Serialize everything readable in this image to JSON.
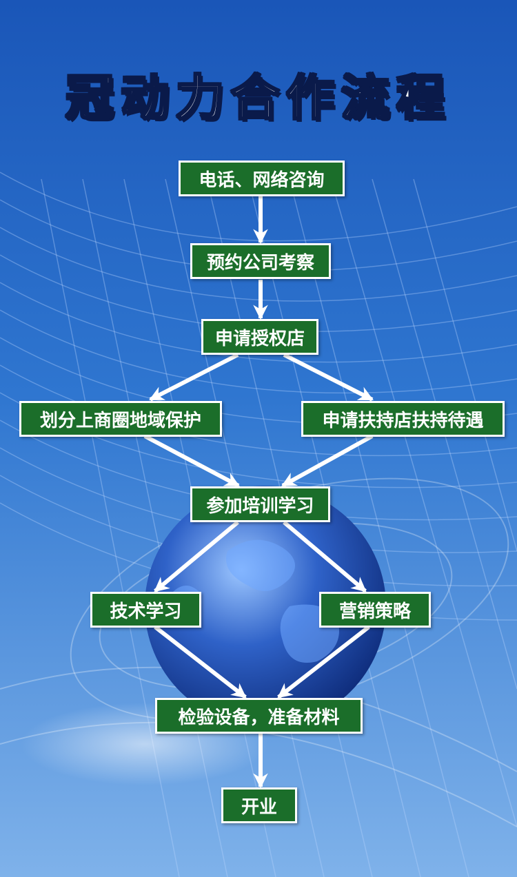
{
  "title": "冠动力合作流程",
  "nodes": {
    "consult": "电话、网络咨询",
    "visit": "预约公司考察",
    "apply": "申请授权店",
    "territory": "划分上商圈地域保护",
    "support": "申请扶持店扶持待遇",
    "training": "参加培训学习",
    "tech": "技术学习",
    "marketing": "营销策略",
    "prepare": "检验设备，准备材料",
    "open": "开业"
  },
  "colors": {
    "node_fill": "#1b6e2a",
    "node_border": "#ffffff",
    "arrow": "#ffffff",
    "background": "#1f5fc0"
  }
}
